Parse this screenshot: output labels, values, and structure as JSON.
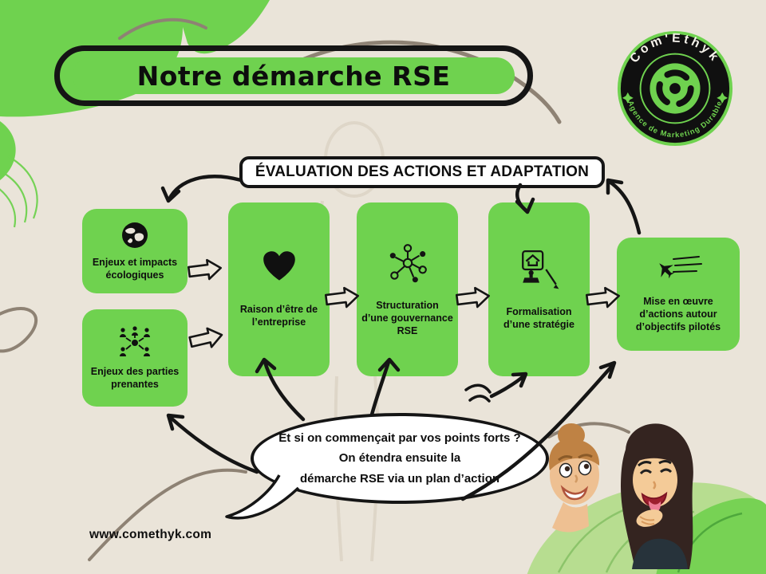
{
  "page": {
    "title": "Notre démarche RSE",
    "website": "www.comethyk.com"
  },
  "logo": {
    "brand": "Com'Ethyk",
    "tagline": "Agence de Marketing Durable"
  },
  "banner": {
    "label": "ÉVALUATION DES ACTIONS ET ADAPTATION"
  },
  "flow": {
    "inputs": [
      {
        "label": "Enjeux et impacts écologiques",
        "icon": "globe-icon"
      },
      {
        "label": "Enjeux des parties prenantes",
        "icon": "stakeholders-network-icon"
      }
    ],
    "steps": [
      {
        "label": "Raison d’être de l’entreprise",
        "icon": "heart-icon"
      },
      {
        "label": "Structuration d’une gouvernance RSE",
        "icon": "governance-network-icon"
      },
      {
        "label": "Formalisation d’une stratégie",
        "icon": "stamp-document-icon"
      },
      {
        "label": "Mise en œuvre d’actions autour d’objectifs pilotés",
        "icon": "plane-icon"
      }
    ]
  },
  "speech_bubble": {
    "line1": "Et si on commençait par vos points forts ?",
    "line2": "On étendra ensuite la",
    "line3": "démarche RSE via un plan d’action"
  },
  "colors": {
    "green": "#6fd24f",
    "background": "#eae4d9",
    "ink": "#151515",
    "banner_bg": "#ffffff"
  }
}
